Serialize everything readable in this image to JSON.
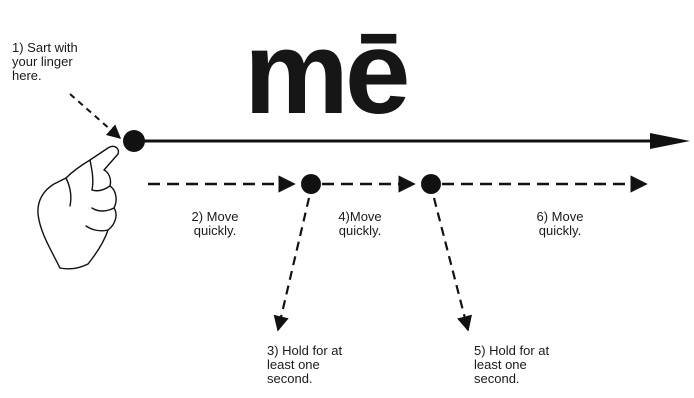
{
  "word": "m",
  "word_vowel": "ē",
  "steps": {
    "step1": [
      "1) Sart with",
      "your linger",
      "here."
    ],
    "step2": [
      "2) Move",
      "quickly."
    ],
    "step3": [
      "3) Hold for at",
      "least one",
      "second."
    ],
    "step4": [
      "4)Move",
      "quickly."
    ],
    "step5": [
      "5) Hold for at",
      "least one",
      "second."
    ],
    "step6": [
      "6) Move",
      "quickly."
    ]
  },
  "colors": {
    "ink": "#111111",
    "background": "#ffffff"
  },
  "icons": {
    "hand": "pointing-finger-hand-icon",
    "start_dot": "start-dot-icon",
    "stop_dot": "stop-dot-icon"
  }
}
